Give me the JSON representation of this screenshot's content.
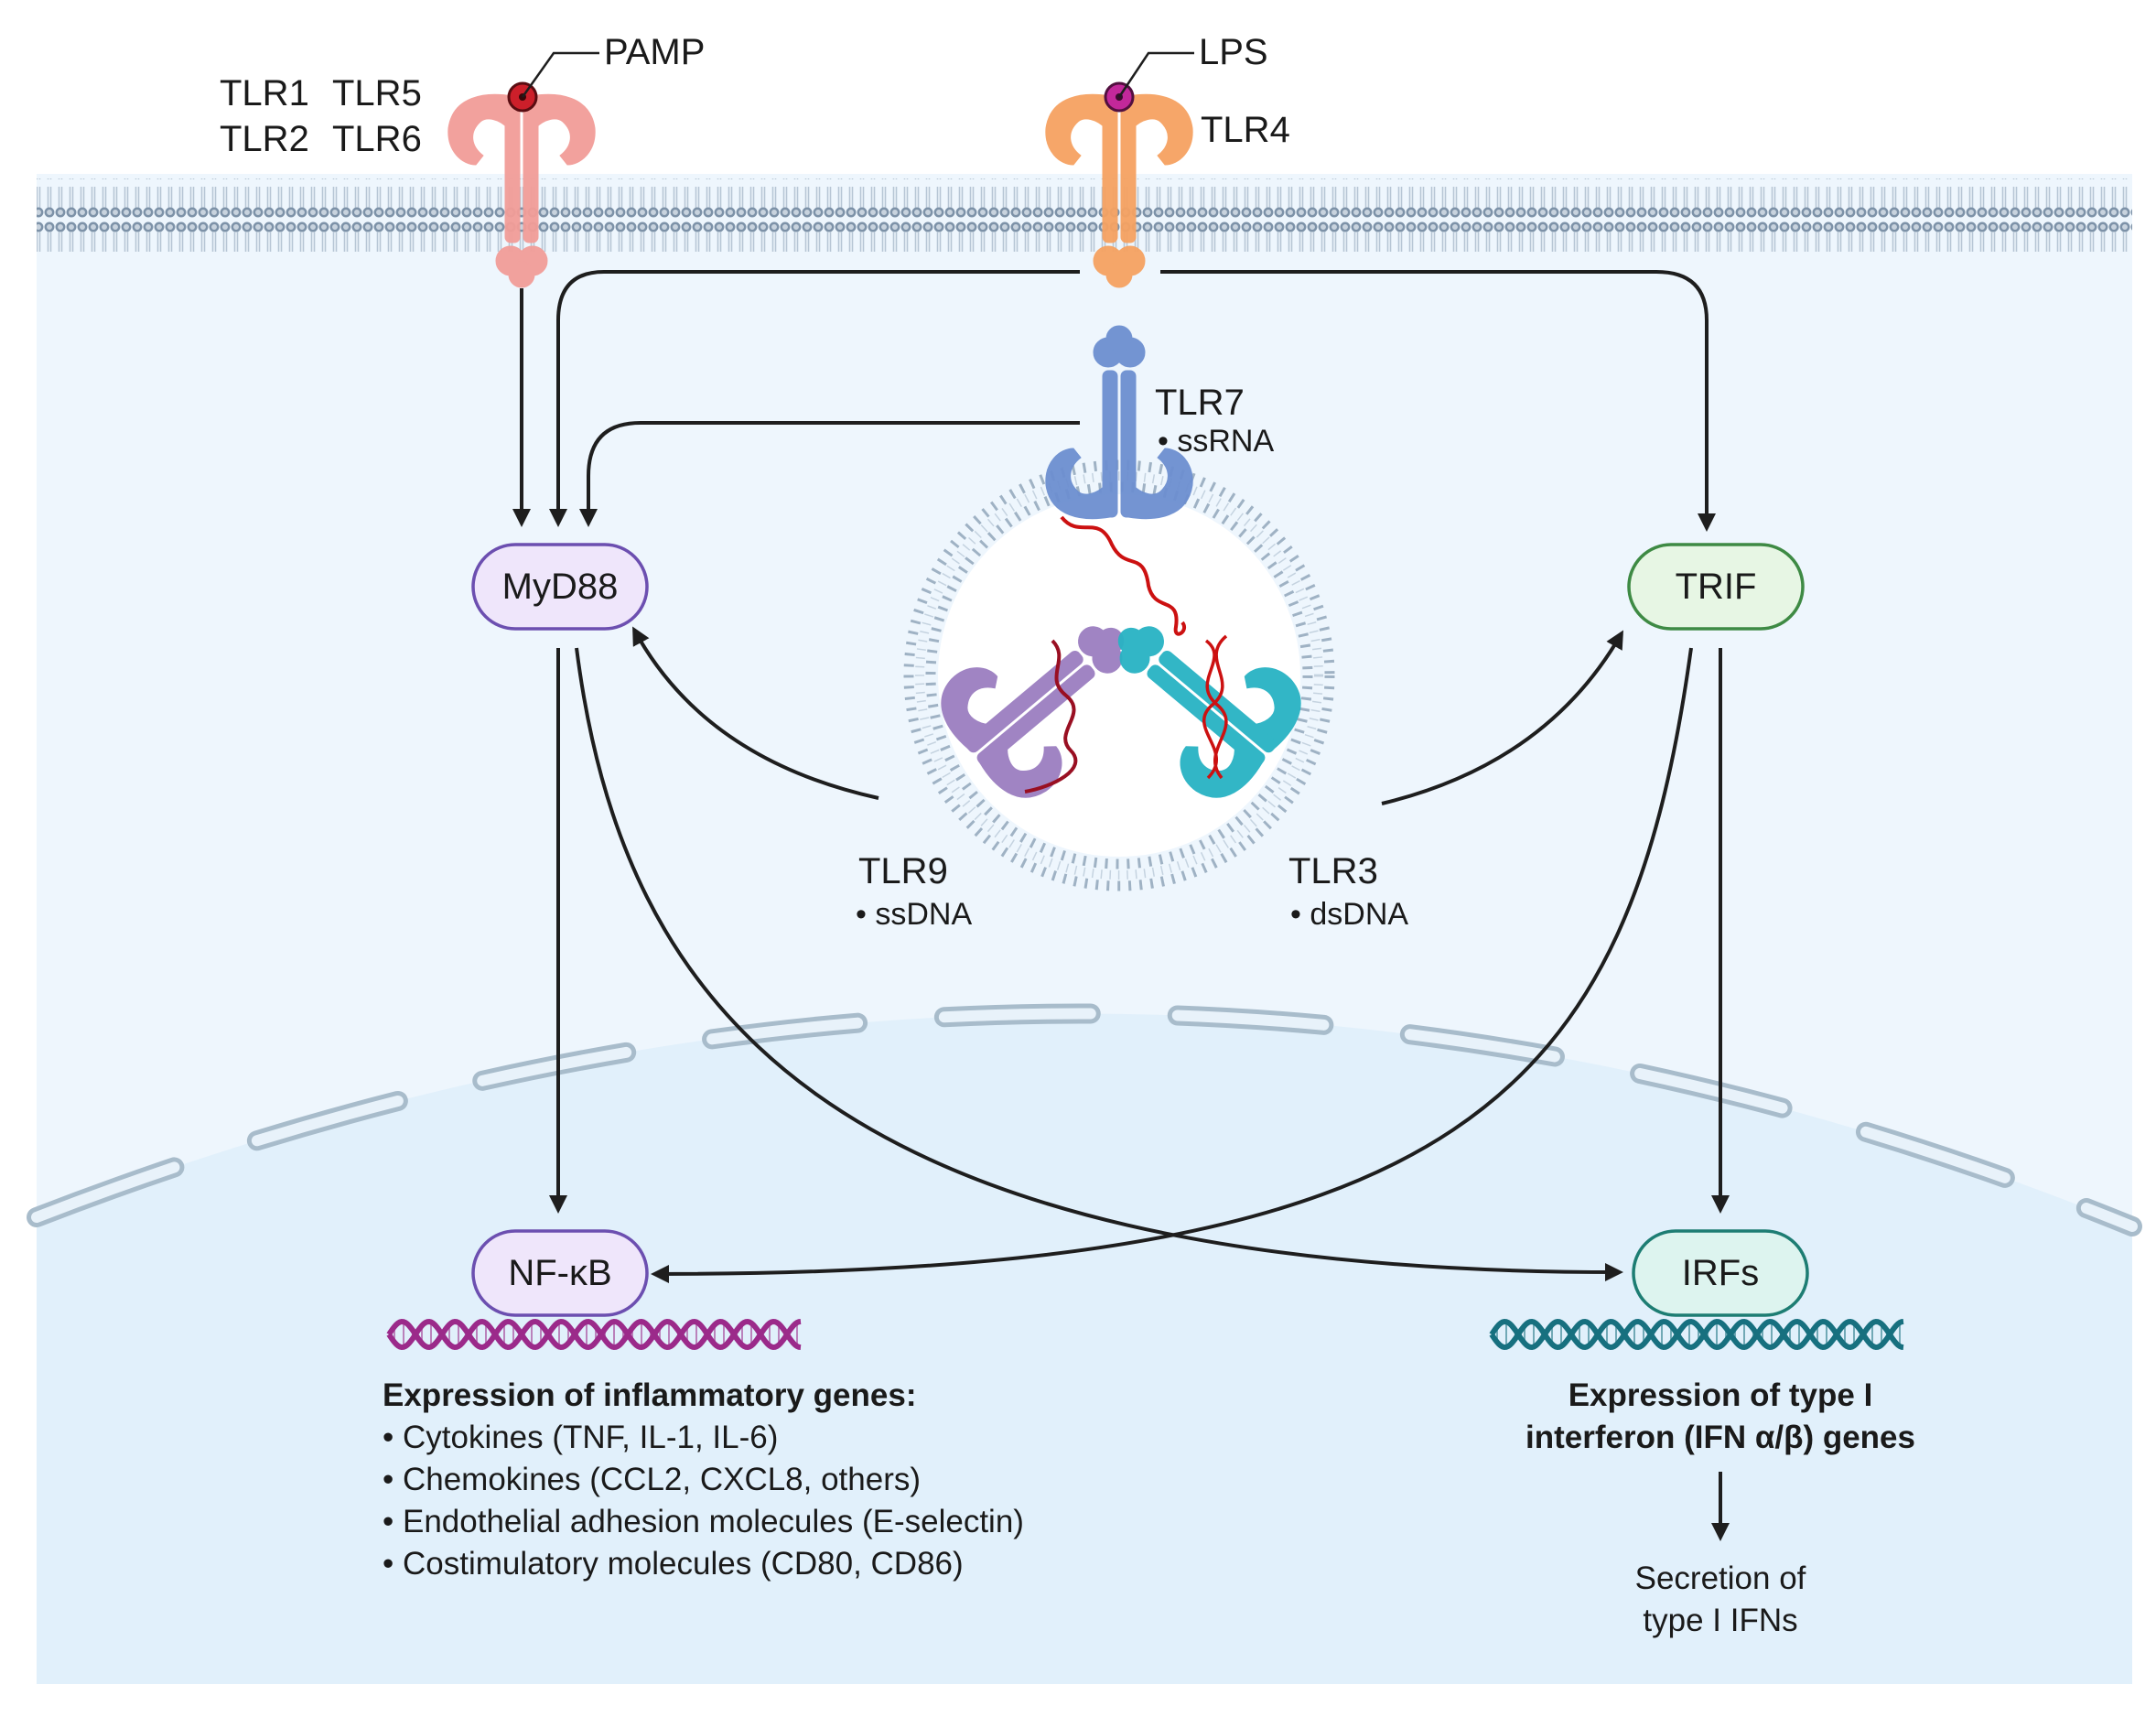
{
  "receptors": {
    "tlr_surface_1": {
      "names": [
        "TLR1",
        "TLR5",
        "TLR2",
        "TLR6"
      ],
      "ligand": "PAMP",
      "color": "#f29d98"
    },
    "tlr4": {
      "name": "TLR4",
      "ligand": "LPS",
      "color": "#f6a262"
    },
    "tlr7": {
      "name": "TLR7",
      "ligand": "• ssRNA",
      "color": "#6d8fd0"
    },
    "tlr9": {
      "name": "TLR9",
      "ligand": "• ssDNA",
      "color": "#9b7ec0"
    },
    "tlr3": {
      "name": "TLR3",
      "ligand": "• dsDNA",
      "color": "#28b3c4"
    }
  },
  "adaptors": {
    "myd88": {
      "label": "MyD88",
      "fill": "#efe6fb",
      "stroke": "#6c4fb0"
    },
    "trif": {
      "label": "TRIF",
      "fill": "#e7f6e4",
      "stroke": "#3e8a44"
    }
  },
  "transcription_factors": {
    "nfkb": {
      "label": "NF-κB",
      "fill": "#efe6fb",
      "stroke": "#6c4fb0",
      "dna_color": "#9b2a8a"
    },
    "irfs": {
      "label": "IRFs",
      "fill": "#ddf4ef",
      "stroke": "#1d7d73",
      "dna_color": "#17707f"
    }
  },
  "outputs": {
    "inflammatory": {
      "heading": "Expression of inflammatory genes:",
      "items": [
        "• Cytokines (TNF, IL-1, IL-6)",
        "• Chemokines (CCL2, CXCL8, others)",
        "• Endothelial adhesion molecules (E-selectin)",
        "• Costimulatory molecules (CD80, CD86)"
      ]
    },
    "interferon": {
      "heading_lines": [
        "Expression of type I",
        "interferon (IFN α/β) genes"
      ],
      "result_lines": [
        "Secretion of",
        "type I IFNs"
      ]
    }
  },
  "colors": {
    "cytoplasm": "#eef6fd",
    "nucleus": "#e1f0fb",
    "membrane": "#c8d3de",
    "arrows": "#1e1e1e",
    "nucleic_acid": "#cc1111"
  }
}
